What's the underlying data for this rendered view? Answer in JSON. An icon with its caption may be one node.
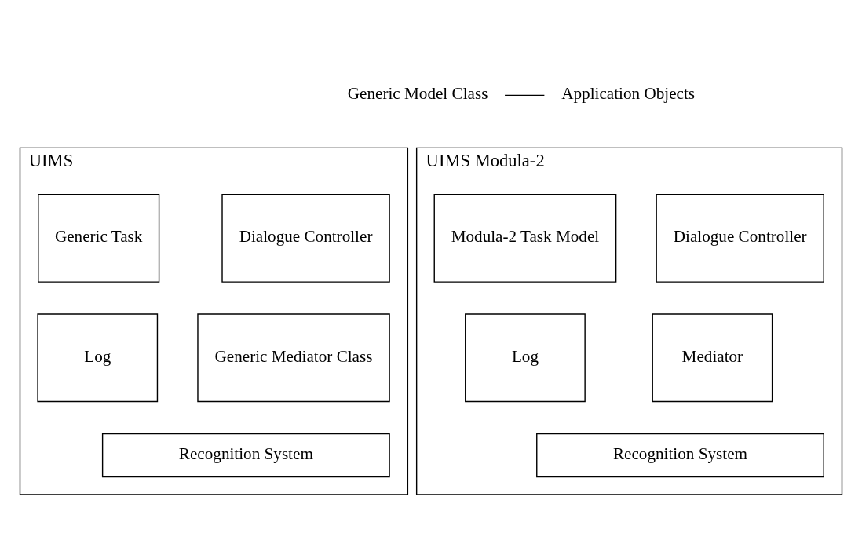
{
  "diagram": {
    "nodes": [
      {
        "text": [
          "Application Objects"
        ]
      },
      {
        "text": [
          "Generic Model Class"
        ]
      },
      {
        "text": [
          "UIMS"
        ]
      },
      {
        "text": [
          "Dialogue Controller"
        ],
        "in": 2
      },
      {
        "text": [
          "Generic Task"
        ],
        "in": 2
      },
      {
        "text": [
          "Generic Mediator Class"
        ],
        "in": 2
      },
      {
        "text": [
          "Log"
        ],
        "in": 2
      },
      {
        "text": [
          "Recognition System"
        ],
        "in": 2
      },
      {
        "text": [
          "UIMS Modula-2"
        ]
      },
      {
        "text": [
          "Dialogue Controller"
        ],
        "in": 8
      },
      {
        "text": [
          "Modula-2 Task Model"
        ],
        "in": 8
      },
      {
        "text": [
          "Mediator"
        ],
        "in": 8
      },
      {
        "text": [
          "Log"
        ],
        "in": 8
      },
      {
        "text": [
          "Recognition System"
        ],
        "in": 8
      }
    ],
    "edges": [
      {
        "from": 1,
        "to": 0,
        "arrow": "none"
      }
    ]
  }
}
